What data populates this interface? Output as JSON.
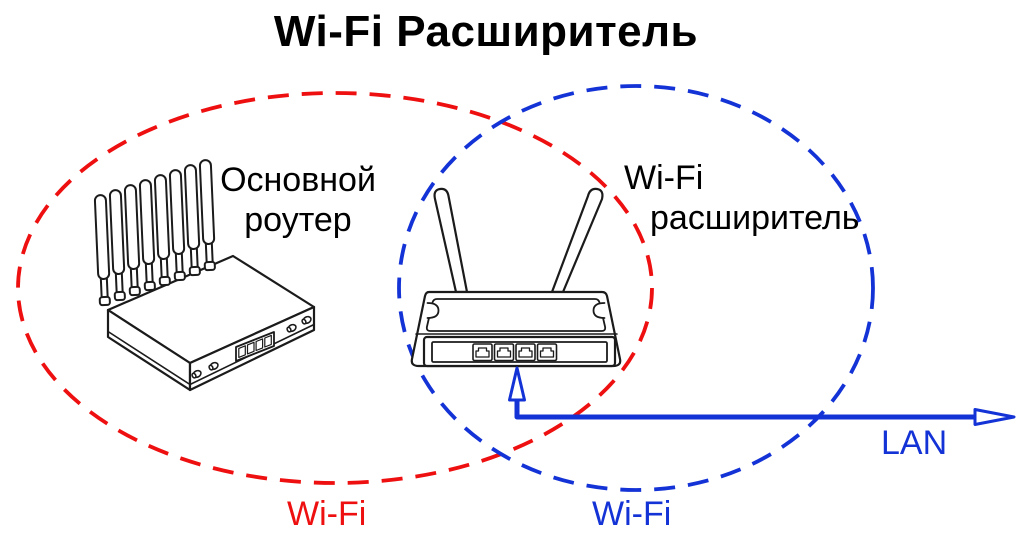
{
  "title": "Wi-Fi Расширитель",
  "labels": {
    "main_router": [
      "Основной",
      "роутер"
    ],
    "extender": [
      "Wi-Fi",
      "расширитель"
    ],
    "red_coverage": "Wi-Fi",
    "blue_coverage": "Wi-Fi",
    "lan": "LAN"
  },
  "colors": {
    "main_router_coverage": "#ee1010",
    "extender_coverage": "#1433d6",
    "lan_line": "#1433d6",
    "device_outline": "#1b1b1b",
    "text": "#000000"
  }
}
